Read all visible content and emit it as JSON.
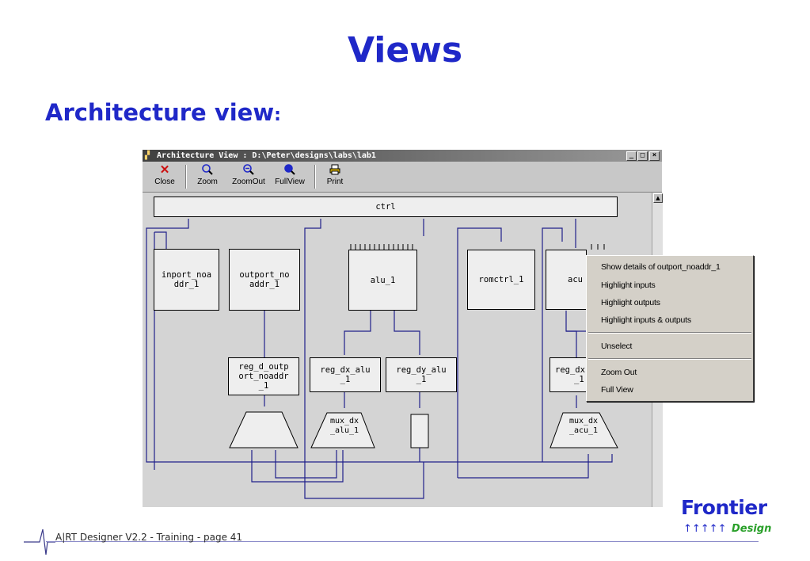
{
  "slide": {
    "title": "Views",
    "subtitle": "Architecture view",
    "subtitle_suffix": ":"
  },
  "window": {
    "title": "Architecture View : D:\\Peter\\designs\\labs\\lab1",
    "controls": {
      "minimize": "_",
      "maximize": "□",
      "close": "×"
    }
  },
  "toolbar": [
    {
      "label": "Close",
      "icon": "close-icon"
    },
    {
      "label": "Zoom",
      "icon": "zoom-icon"
    },
    {
      "label": "ZoomOut",
      "icon": "zoom-out-icon"
    },
    {
      "label": "FullView",
      "icon": "full-view-icon"
    },
    {
      "label": "Print",
      "icon": "print-icon"
    }
  ],
  "diagram": {
    "ctrl": "ctrl",
    "blocks": {
      "inport": "inport_noa\nddr_1",
      "outport": "outport_no\naddr_1",
      "alu": "alu_1",
      "romctrl": "romctrl_1",
      "acu": "acu",
      "reg_d_outport": "reg_d_outp\nort_noaddr\n_1",
      "reg_dx_alu": "reg_dx_alu\n_1",
      "reg_dy_alu": "reg_dy_alu\n_1",
      "reg_dx_acu": "reg_dx",
      "reg_dx_acu_suffix": "_1"
    },
    "muxes": {
      "mux_dx_alu": "mux_dx\n_alu_1",
      "mux_dx_acu": "mux_dx\n_acu_1"
    },
    "wire_color": "#20208a"
  },
  "context_menu": {
    "items": [
      "Show details of outport_noaddr_1",
      "Highlight inputs",
      "Highlight outputs",
      "Highlight inputs & outputs",
      "Unselect",
      "Zoom Out",
      "Full View"
    ]
  },
  "footer": {
    "text": "A|RT Designer V2.2  - Training - page 41"
  },
  "logo": {
    "word1": "Frontier",
    "arrows": "↑↑↑↑↑",
    "word2": "Design"
  },
  "colors": {
    "title_blue": "#1f28c8",
    "logo_green": "#2aa02a",
    "close_red": "#cc1010"
  }
}
